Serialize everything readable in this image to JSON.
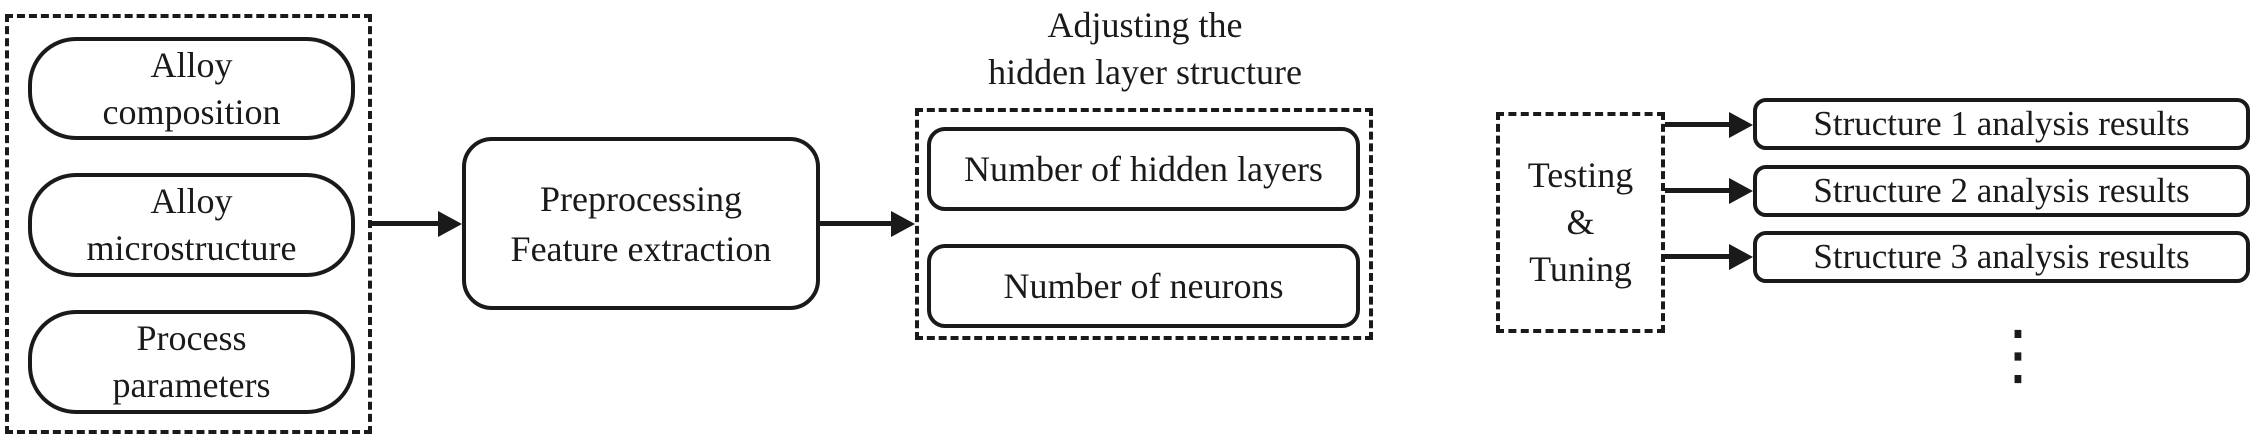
{
  "diagram": {
    "colors": {
      "line": "#1a1a1a",
      "background": "#ffffff"
    },
    "inputs": {
      "items": [
        {
          "label": "Alloy\ncomposition"
        },
        {
          "label": "Alloy\nmicrostructure"
        },
        {
          "label": "Process\nparameters"
        }
      ]
    },
    "preprocessing": {
      "label": "Preprocessing\nFeature extraction"
    },
    "hidden_layer": {
      "title": "Adjusting the\nhidden layer structure",
      "items": [
        {
          "label": "Number of hidden layers"
        },
        {
          "label": "Number of neurons"
        }
      ]
    },
    "testing": {
      "label": "Testing\n&\nTuning"
    },
    "results": {
      "items": [
        {
          "label": "Structure 1 analysis results"
        },
        {
          "label": "Structure 2 analysis results"
        },
        {
          "label": "Structure 3 analysis results"
        }
      ],
      "more_indicator": "⋮"
    }
  }
}
